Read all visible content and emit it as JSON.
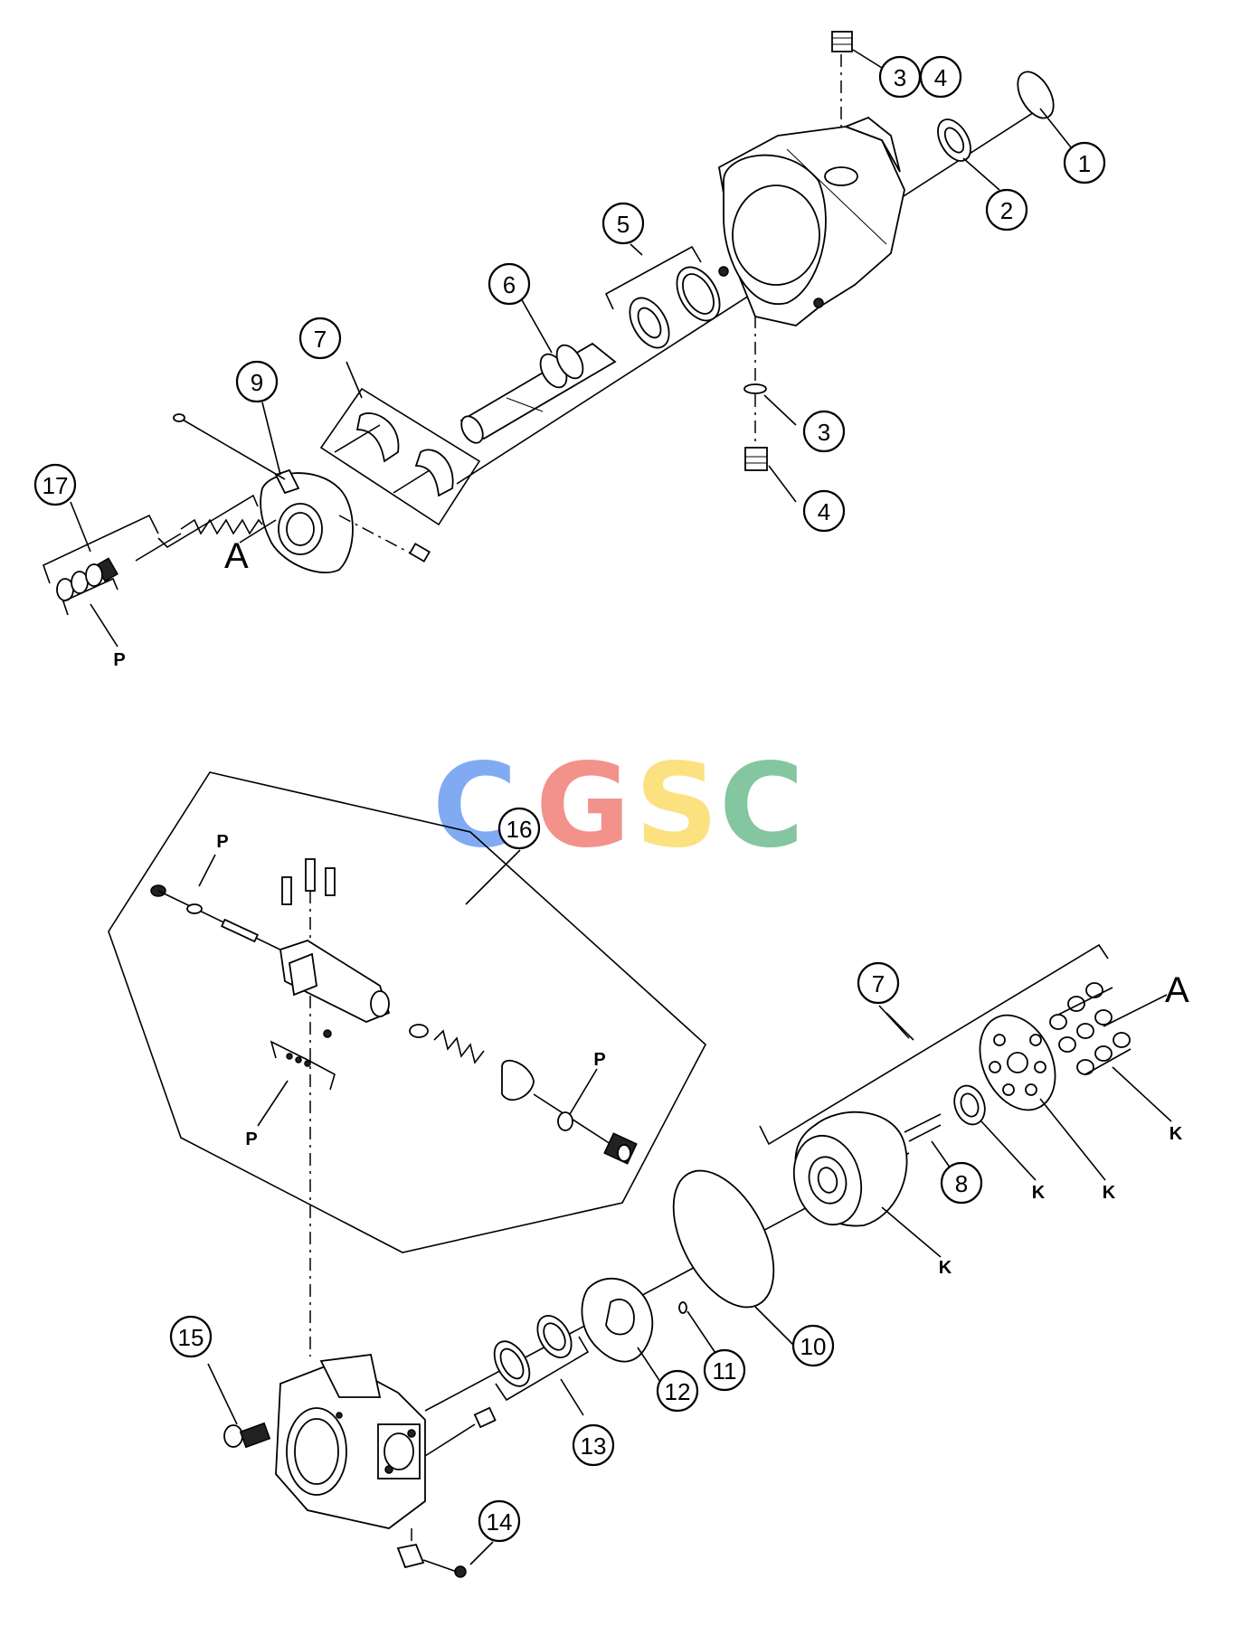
{
  "watermark": {
    "letters": [
      {
        "char": "C",
        "color": "#7aa7f2"
      },
      {
        "char": "G",
        "color": "#f28d85"
      },
      {
        "char": "S",
        "color": "#fbe07a"
      },
      {
        "char": "C",
        "color": "#7dc39a"
      }
    ]
  },
  "callouts": {
    "c1": "1",
    "c2": "2",
    "c3a": "3",
    "c4a": "4",
    "c5": "5",
    "c6": "6",
    "c7a": "7",
    "c9": "9",
    "c3b": "3",
    "c4b": "4",
    "c17": "17",
    "c16": "16",
    "c7b": "7",
    "c8": "8",
    "c10": "10",
    "c11": "11",
    "c12": "12",
    "c13": "13",
    "c14": "14",
    "c15": "15"
  },
  "letters": {
    "a_top": "A",
    "p_top": "P",
    "a_bottom": "A",
    "p_16_top": "P",
    "p_16_left": "P",
    "p_16_right": "P",
    "k1": "K",
    "k2": "K",
    "k3": "K",
    "k4": "K"
  }
}
